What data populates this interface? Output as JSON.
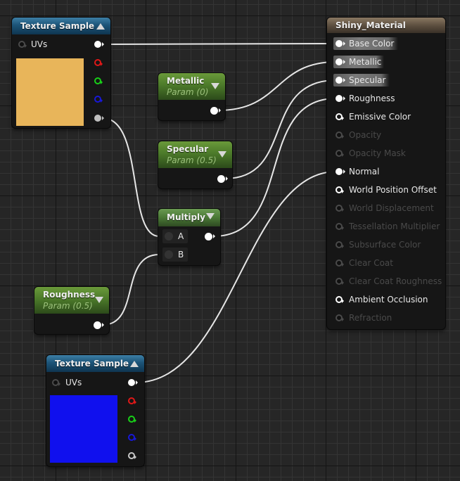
{
  "canvas": {
    "background": "#262626",
    "grid_minor_color": "#343434",
    "grid_major_color": "#141414"
  },
  "nodes": {
    "texture_sample_1": {
      "title": "Texture Sample",
      "header_color": "#1c5478",
      "input_pins": [
        {
          "label": "UVs",
          "connected": false
        }
      ],
      "output_pins": [
        "RGB",
        "R",
        "G",
        "B",
        "A"
      ],
      "preview_color": "#e8b55a"
    },
    "metallic": {
      "title": "Metallic",
      "subtitle": "Param (0)",
      "header_color": "#4c7a2a"
    },
    "specular": {
      "title": "Specular",
      "subtitle": "Param (0.5)",
      "header_color": "#4c7a2a"
    },
    "multiply": {
      "title": "Multiply",
      "header_color": "#4a7836",
      "input_pins": [
        {
          "label": "A"
        },
        {
          "label": "B"
        }
      ]
    },
    "roughness": {
      "title": "Roughness",
      "subtitle": "Param (0.5)",
      "header_color": "#4c7a2a"
    },
    "texture_sample_2": {
      "title": "Texture Sample",
      "header_color": "#1c5478",
      "input_pins": [
        {
          "label": "UVs",
          "connected": false
        }
      ],
      "output_pins": [
        "RGB",
        "R",
        "G",
        "B",
        "A"
      ],
      "preview_color": "#1010ee"
    },
    "shiny_material": {
      "title": "Shiny_Material",
      "header_color": "#5e5040",
      "inputs": [
        {
          "label": "Base Color",
          "state": "connected"
        },
        {
          "label": "Metallic",
          "state": "connected"
        },
        {
          "label": "Specular",
          "state": "connected"
        },
        {
          "label": "Roughness",
          "state": "connected"
        },
        {
          "label": "Emissive Color",
          "state": "enabled"
        },
        {
          "label": "Opacity",
          "state": "disabled"
        },
        {
          "label": "Opacity Mask",
          "state": "disabled"
        },
        {
          "label": "Normal",
          "state": "connected"
        },
        {
          "label": "World Position Offset",
          "state": "enabled"
        },
        {
          "label": "World Displacement",
          "state": "disabled"
        },
        {
          "label": "Tessellation Multiplier",
          "state": "disabled"
        },
        {
          "label": "Subsurface Color",
          "state": "disabled"
        },
        {
          "label": "Clear Coat",
          "state": "disabled"
        },
        {
          "label": "Clear Coat Roughness",
          "state": "disabled"
        },
        {
          "label": "Ambient Occlusion",
          "state": "enabled"
        },
        {
          "label": "Refraction",
          "state": "disabled"
        }
      ]
    }
  },
  "connections": [
    {
      "from": "Texture Sample (top).RGB",
      "to": "Shiny_Material.Base Color"
    },
    {
      "from": "Metallic.out",
      "to": "Shiny_Material.Metallic"
    },
    {
      "from": "Specular.out",
      "to": "Shiny_Material.Specular"
    },
    {
      "from": "Multiply.out",
      "to": "Shiny_Material.Roughness"
    },
    {
      "from": "Texture Sample (bottom).RGB",
      "to": "Shiny_Material.Normal"
    },
    {
      "from": "Texture Sample (top).A",
      "to": "Multiply.A"
    },
    {
      "from": "Roughness.out",
      "to": "Multiply.B"
    }
  ]
}
